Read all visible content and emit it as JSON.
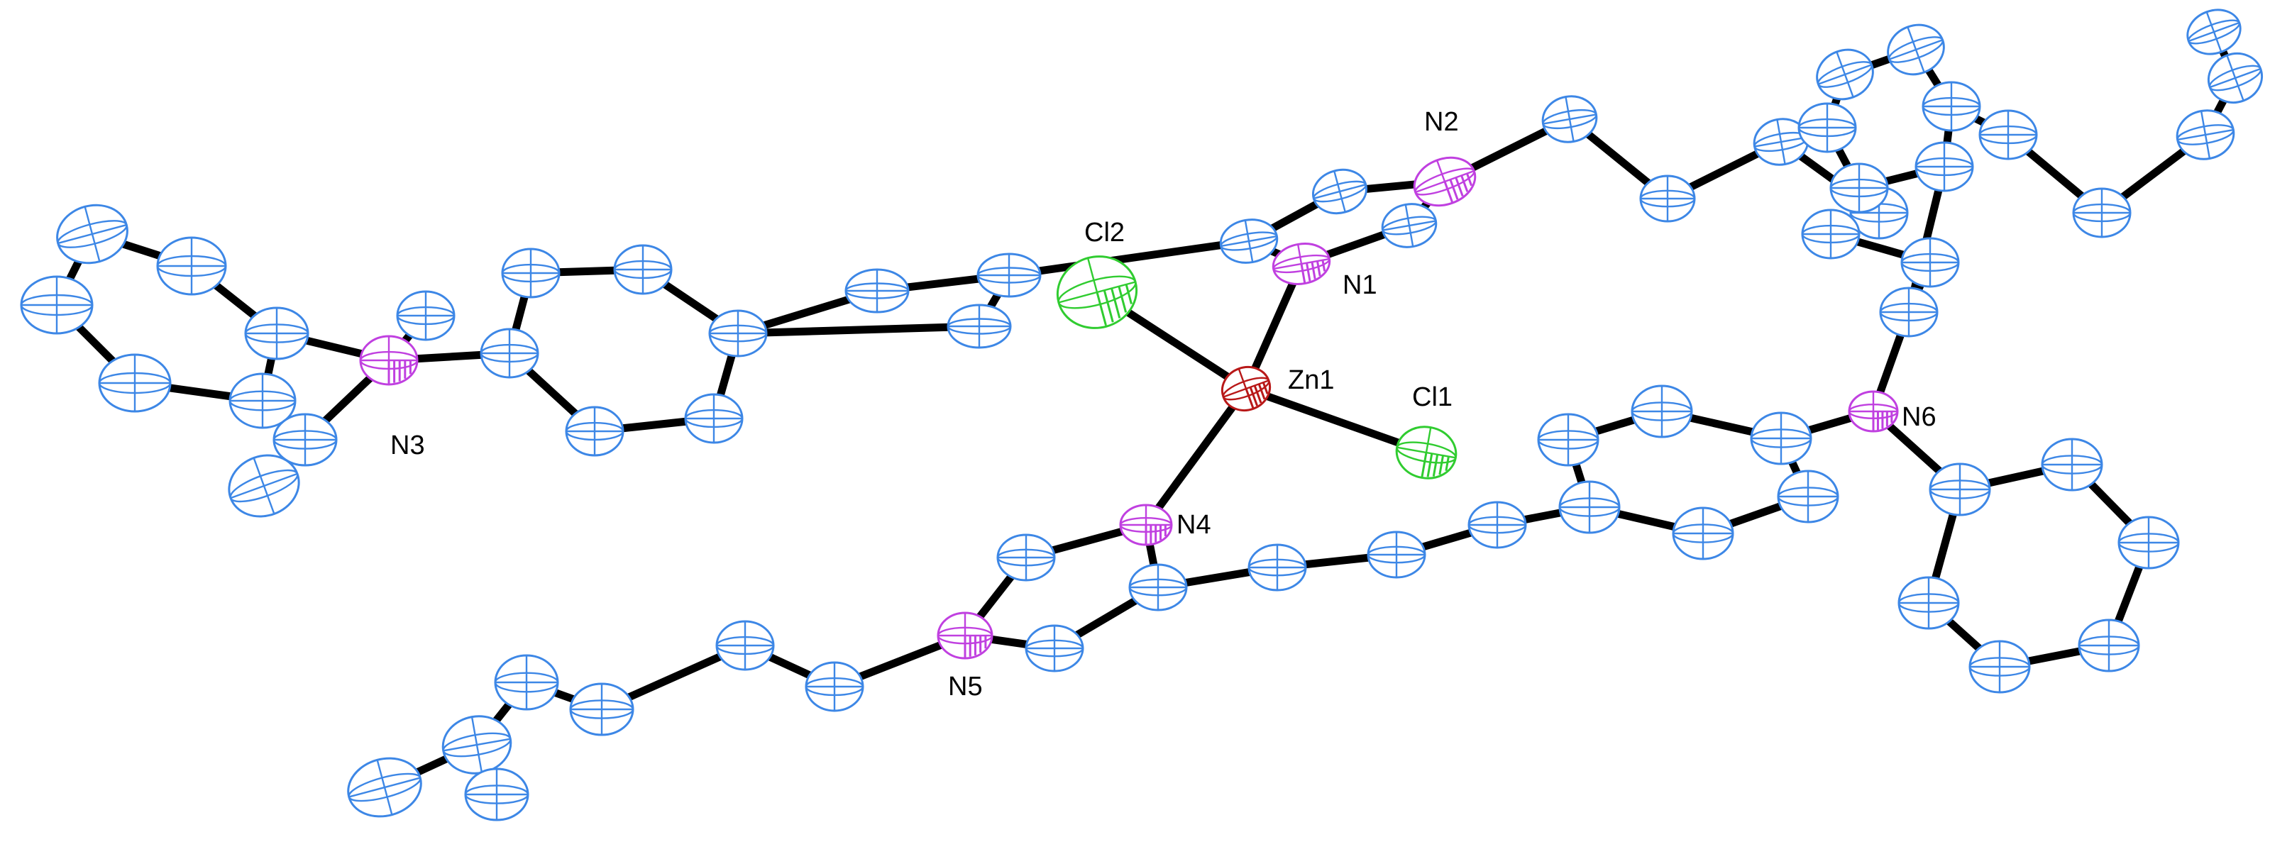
{
  "figure": {
    "type": "ORTEP molecular structure",
    "colors": {
      "carbon": "#3d87e6",
      "nitrogen": "#c040e0",
      "chlorine": "#30cc30",
      "zinc": "#b81818",
      "bond": "#000000",
      "background": "#ffffff"
    },
    "labels": {
      "zn1": "Zn1",
      "cl1": "Cl1",
      "cl2": "Cl2",
      "n1": "N1",
      "n2": "N2",
      "n3": "N3",
      "n4": "N4",
      "n5": "N5",
      "n6": "N6"
    },
    "atom_counts": {
      "Zn": 1,
      "Cl": 2,
      "N": 6
    }
  }
}
